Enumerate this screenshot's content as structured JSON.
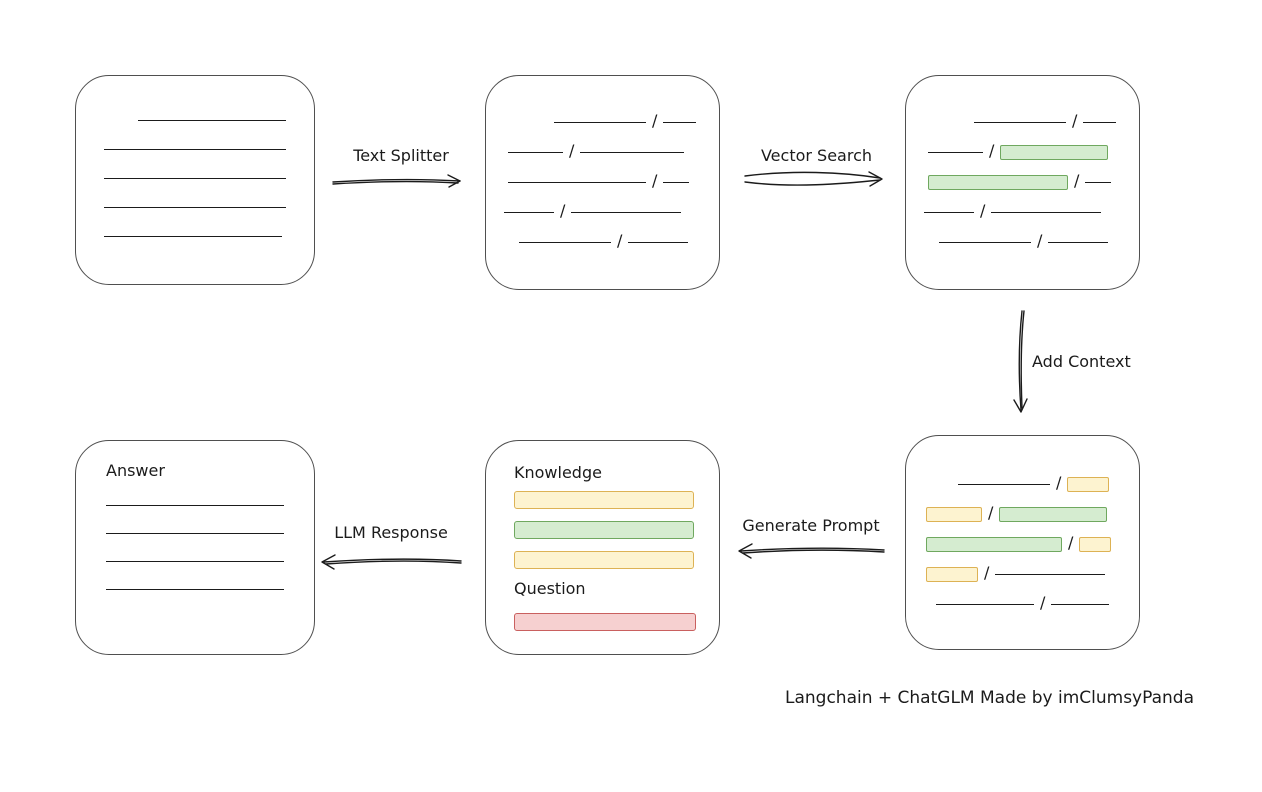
{
  "diagram": {
    "caption": "Langchain + ChatGLM Made by imClumsyPanda",
    "separator": "/",
    "labels": {
      "text_splitter": "Text Splitter",
      "vector_search": "Vector Search",
      "add_context": "Add Context",
      "generate_prompt": "Generate Prompt",
      "llm_response": "LLM Response",
      "knowledge": "Knowledge",
      "question": "Question",
      "answer": "Answer"
    },
    "colors": {
      "stroke": "#1b1b1b",
      "green_fill": "#d5ecd0",
      "green_stroke": "#6fa85f",
      "yellow_fill": "#fdf3d0",
      "yellow_stroke": "#ddb254",
      "red_fill": "#f6d0d0",
      "red_stroke": "#c9605f"
    },
    "boxes": {
      "document": {
        "rows": [
          {
            "ind": 62,
            "segs": [
              {
                "t": "line",
                "w": 148
              }
            ]
          },
          {
            "ind": 28,
            "segs": [
              {
                "t": "line",
                "w": 182
              }
            ]
          },
          {
            "ind": 28,
            "segs": [
              {
                "t": "line",
                "w": 182
              }
            ]
          },
          {
            "ind": 28,
            "segs": [
              {
                "t": "line",
                "w": 182
              }
            ]
          },
          {
            "ind": 28,
            "segs": [
              {
                "t": "line",
                "w": 178
              }
            ]
          }
        ]
      },
      "chunks": {
        "rows": [
          {
            "ind": 68,
            "segs": [
              {
                "t": "line",
                "w": 92
              },
              {
                "t": "sep"
              },
              {
                "t": "line",
                "w": 33
              }
            ]
          },
          {
            "ind": 22,
            "segs": [
              {
                "t": "line",
                "w": 55
              },
              {
                "t": "sep"
              },
              {
                "t": "line",
                "w": 104
              }
            ]
          },
          {
            "ind": 22,
            "segs": [
              {
                "t": "line",
                "w": 138
              },
              {
                "t": "sep"
              },
              {
                "t": "line",
                "w": 26
              }
            ]
          },
          {
            "ind": 18,
            "segs": [
              {
                "t": "line",
                "w": 50
              },
              {
                "t": "sep"
              },
              {
                "t": "line",
                "w": 110
              }
            ]
          },
          {
            "ind": 33,
            "segs": [
              {
                "t": "line",
                "w": 92
              },
              {
                "t": "sep"
              },
              {
                "t": "line",
                "w": 60
              }
            ]
          }
        ]
      },
      "matched": {
        "rows": [
          {
            "ind": 68,
            "segs": [
              {
                "t": "line",
                "w": 92
              },
              {
                "t": "sep"
              },
              {
                "t": "line",
                "w": 33
              }
            ]
          },
          {
            "ind": 22,
            "segs": [
              {
                "t": "line",
                "w": 55
              },
              {
                "t": "sep"
              },
              {
                "t": "green",
                "w": 108
              }
            ]
          },
          {
            "ind": 22,
            "segs": [
              {
                "t": "green",
                "w": 140
              },
              {
                "t": "sep"
              },
              {
                "t": "line",
                "w": 26
              }
            ]
          },
          {
            "ind": 18,
            "segs": [
              {
                "t": "line",
                "w": 50
              },
              {
                "t": "sep"
              },
              {
                "t": "line",
                "w": 110
              }
            ]
          },
          {
            "ind": 33,
            "segs": [
              {
                "t": "line",
                "w": 92
              },
              {
                "t": "sep"
              },
              {
                "t": "line",
                "w": 60
              }
            ]
          }
        ]
      },
      "context": {
        "rows": [
          {
            "ind": 52,
            "segs": [
              {
                "t": "line",
                "w": 92
              },
              {
                "t": "sep"
              },
              {
                "t": "yellow",
                "w": 42
              }
            ]
          },
          {
            "ind": 20,
            "segs": [
              {
                "t": "yellow",
                "w": 56
              },
              {
                "t": "sep"
              },
              {
                "t": "green",
                "w": 108
              }
            ]
          },
          {
            "ind": 20,
            "segs": [
              {
                "t": "green",
                "w": 136
              },
              {
                "t": "sep"
              },
              {
                "t": "yellow",
                "w": 32
              }
            ]
          },
          {
            "ind": 20,
            "segs": [
              {
                "t": "yellow",
                "w": 52
              },
              {
                "t": "sep"
              },
              {
                "t": "line",
                "w": 110
              }
            ]
          },
          {
            "ind": 30,
            "segs": [
              {
                "t": "line",
                "w": 98
              },
              {
                "t": "sep"
              },
              {
                "t": "line",
                "w": 58
              }
            ]
          }
        ]
      },
      "prompt": {
        "knowledge_rows": [
          {
            "ind": 0,
            "segs": [
              {
                "t": "yellow",
                "w": 180
              }
            ]
          },
          {
            "ind": 0,
            "segs": [
              {
                "t": "green",
                "w": 180
              }
            ]
          },
          {
            "ind": 0,
            "segs": [
              {
                "t": "yellow",
                "w": 180
              }
            ]
          }
        ],
        "question_rows": [
          {
            "ind": 0,
            "segs": [
              {
                "t": "red",
                "w": 182
              }
            ]
          }
        ]
      },
      "answer": {
        "rows": [
          {
            "ind": 30,
            "segs": [
              {
                "t": "line",
                "w": 178
              }
            ]
          },
          {
            "ind": 30,
            "segs": [
              {
                "t": "line",
                "w": 178
              }
            ]
          },
          {
            "ind": 30,
            "segs": [
              {
                "t": "line",
                "w": 178
              }
            ]
          },
          {
            "ind": 30,
            "segs": [
              {
                "t": "line",
                "w": 178
              }
            ]
          }
        ]
      }
    }
  }
}
